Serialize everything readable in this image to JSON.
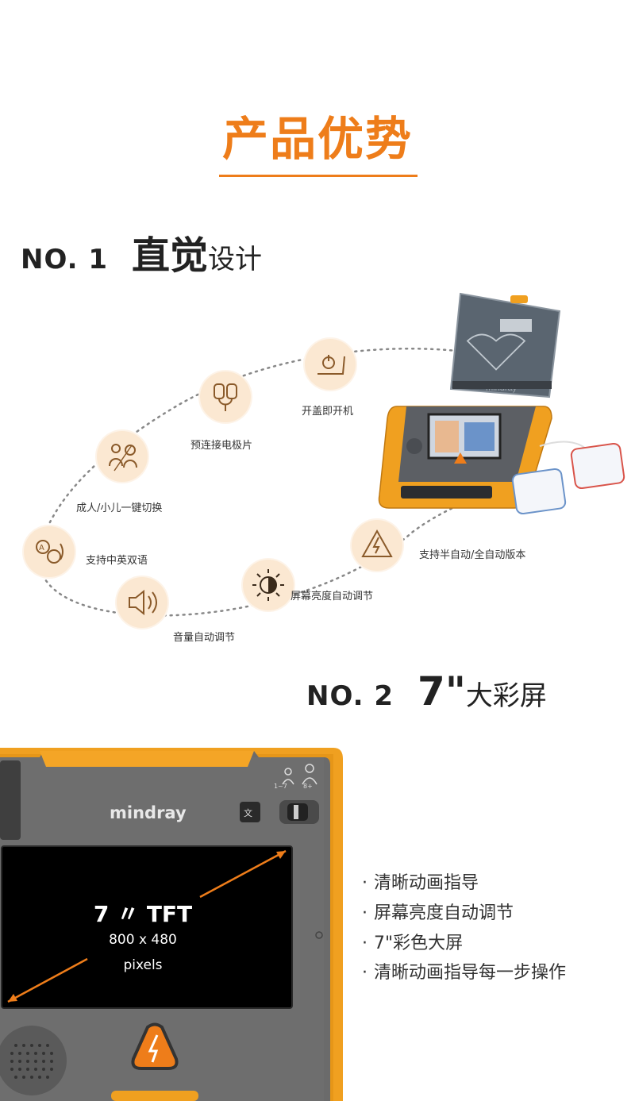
{
  "header": {
    "title": "产品优势"
  },
  "section1": {
    "number": "NO. 1",
    "title_bold": "直觉",
    "title_rest": "设计"
  },
  "features": [
    {
      "label": "开盖即开机",
      "icon": "lid-open-power-icon"
    },
    {
      "label": "预连接电极片",
      "icon": "electrode-pads-icon"
    },
    {
      "label": "成人/小儿一键切换",
      "icon": "adult-child-switch-icon"
    },
    {
      "label": "支持中英双语",
      "icon": "bilingual-speech-icon"
    },
    {
      "label": "音量自动调节",
      "icon": "speaker-volume-icon"
    },
    {
      "label": "屏幕亮度自动调节",
      "icon": "brightness-icon"
    },
    {
      "label": "支持半自动/全自动版本",
      "icon": "shock-bolt-icon"
    }
  ],
  "device_lid": {
    "lid_text": "mindray"
  },
  "section2": {
    "number": "NO. 2",
    "title_bold": "7\"",
    "title_rest": "大彩屏"
  },
  "screen": {
    "brand": "mindray",
    "size_label": "7 〃 TFT",
    "resolution": "800 x 480",
    "unit": "pixels",
    "patient_modes": [
      "1~7",
      "8+"
    ]
  },
  "bullets": [
    "清晰动画指导",
    "屏幕亮度自动调节",
    "7\"彩色大屏",
    "清晰动画指导每一步操作"
  ],
  "colors": {
    "accent": "#ee7d1a",
    "device_orange": "#f0a020",
    "device_grey": "#6b6b6b",
    "circle_bg": "#fbe8d2"
  }
}
